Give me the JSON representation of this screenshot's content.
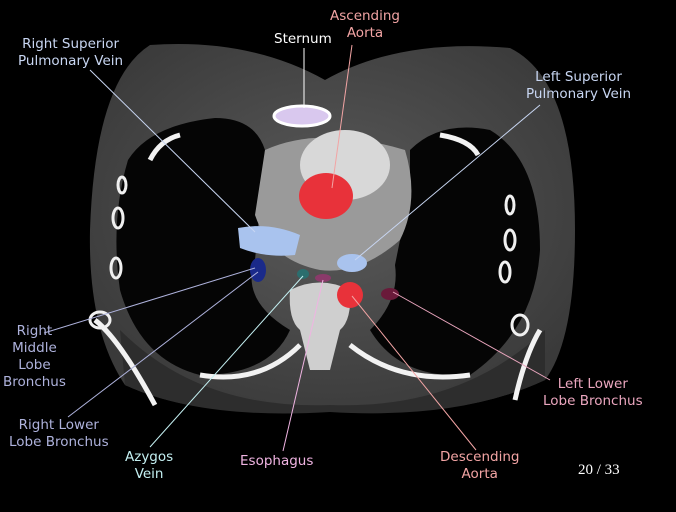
{
  "viewer": {
    "slice_counter": "20 / 33"
  },
  "labels": {
    "ascending_aorta": {
      "l1": "Ascending",
      "l2": "Aorta",
      "color": "#f2a4a4"
    },
    "sternum": {
      "l1": "Sternum",
      "color": "#ffffff"
    },
    "rspv": {
      "l1": "Right Superior",
      "l2": "Pulmonary Vein",
      "color": "#c8d6f2"
    },
    "lspv": {
      "l1": "Left Superior",
      "l2": "Pulmonary Vein",
      "color": "#c8d6f2"
    },
    "rmlb": {
      "l1": "Right",
      "l2": "Middle",
      "l3": "Lobe",
      "l4": "Bronchus",
      "color": "#aeb2dc"
    },
    "rllb": {
      "l1": "Right Lower",
      "l2": "Lobe Bronchus",
      "color": "#aeb2dc"
    },
    "azygos": {
      "l1": "Azygos",
      "l2": "Vein",
      "color": "#c4f0f2"
    },
    "esophagus": {
      "l1": "Esophagus",
      "color": "#f0b4e2"
    },
    "descending_aorta": {
      "l1": "Descending",
      "l2": "Aorta",
      "color": "#f2a4a4"
    },
    "lllb": {
      "l1": "Left Lower",
      "l2": "Lobe Bronchus",
      "color": "#eaa6be"
    }
  }
}
